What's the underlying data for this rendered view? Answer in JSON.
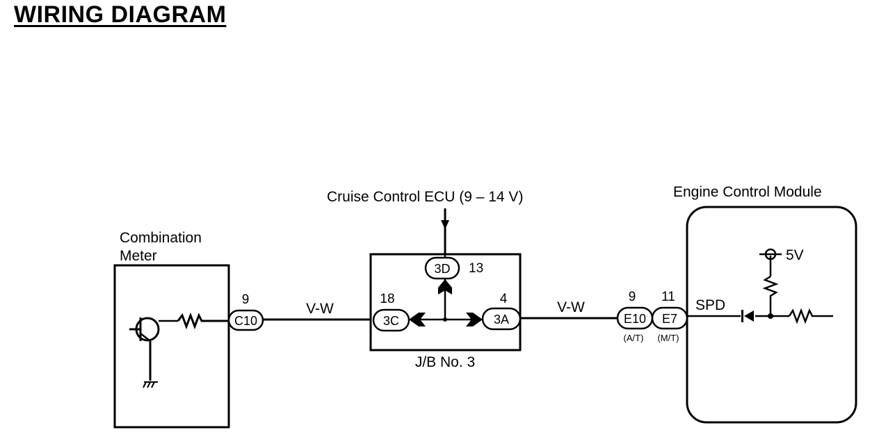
{
  "title": "WIRING DIAGRAM",
  "components": {
    "combination_meter": {
      "label_line1": "Combination",
      "label_line2": "Meter"
    },
    "junction_block": {
      "label": "J/B No. 3"
    },
    "cruise_ecu": {
      "label": "Cruise Control ECU (9 – 14 V)"
    },
    "ecm": {
      "label": "Engine Control Module",
      "supply": "5V",
      "signal": "SPD"
    }
  },
  "connectors": {
    "c10": {
      "id": "C10",
      "pin": "9"
    },
    "j3c": {
      "id": "3C",
      "pin": "18"
    },
    "j3d": {
      "id": "3D",
      "pin": "13"
    },
    "j3a": {
      "id": "3A",
      "pin": "4"
    },
    "e10": {
      "id": "E10",
      "pin": "9",
      "note": "(A/T)"
    },
    "e7": {
      "id": "E7",
      "pin": "11",
      "note": "(M/T)"
    }
  },
  "wires": {
    "left": "V-W",
    "right": "V-W"
  }
}
